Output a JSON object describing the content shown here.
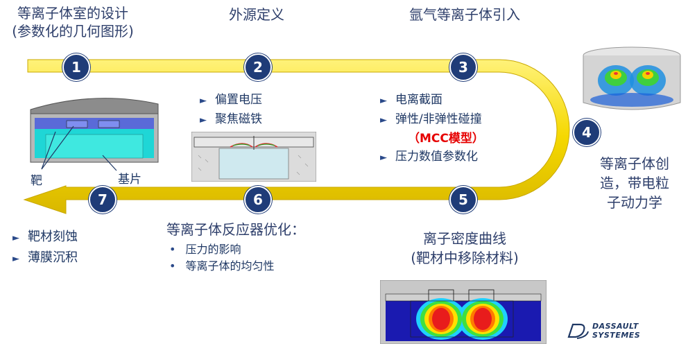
{
  "steps": [
    {
      "number": "1",
      "title_line1": "等离子体室的设计",
      "title_line2": "(参数化的几何图形)"
    },
    {
      "number": "2",
      "title": "外源定义"
    },
    {
      "number": "3",
      "title": "氩气等离子体引入"
    },
    {
      "number": "4",
      "title_line1": "等离子体创",
      "title_line2": "造，带电粒",
      "title_line3": "子动力学"
    },
    {
      "number": "5",
      "title_line1": "离子密度曲线",
      "title_line2": "(靶材中移除材料)"
    },
    {
      "number": "6",
      "title": "等离子体反应器优化："
    },
    {
      "number": "7"
    }
  ],
  "step2_bullets": [
    "偏置电压",
    "聚焦磁铁"
  ],
  "step3_bullets": {
    "b1": "电离截面",
    "b2": "弹性/非弹性碰撞",
    "b2_red_open": "（",
    "b2_red": "MCC模型",
    "b2_red_close": "）",
    "b3": "压力数值参数化"
  },
  "step6_bullets": [
    "压力的影响",
    "等离子体的均匀性"
  ],
  "step7_bullets": [
    "靶材刻蚀",
    "薄膜沉积"
  ],
  "chamber_labels": {
    "target": "靶",
    "substrate": "基片"
  },
  "logo": {
    "line1": "DASSAULT",
    "line2": "SYSTEMES"
  },
  "colors": {
    "arrow": "#f2d200",
    "badge": "#1f3c78",
    "text": "#1f3864",
    "highlight": "#e60000"
  }
}
